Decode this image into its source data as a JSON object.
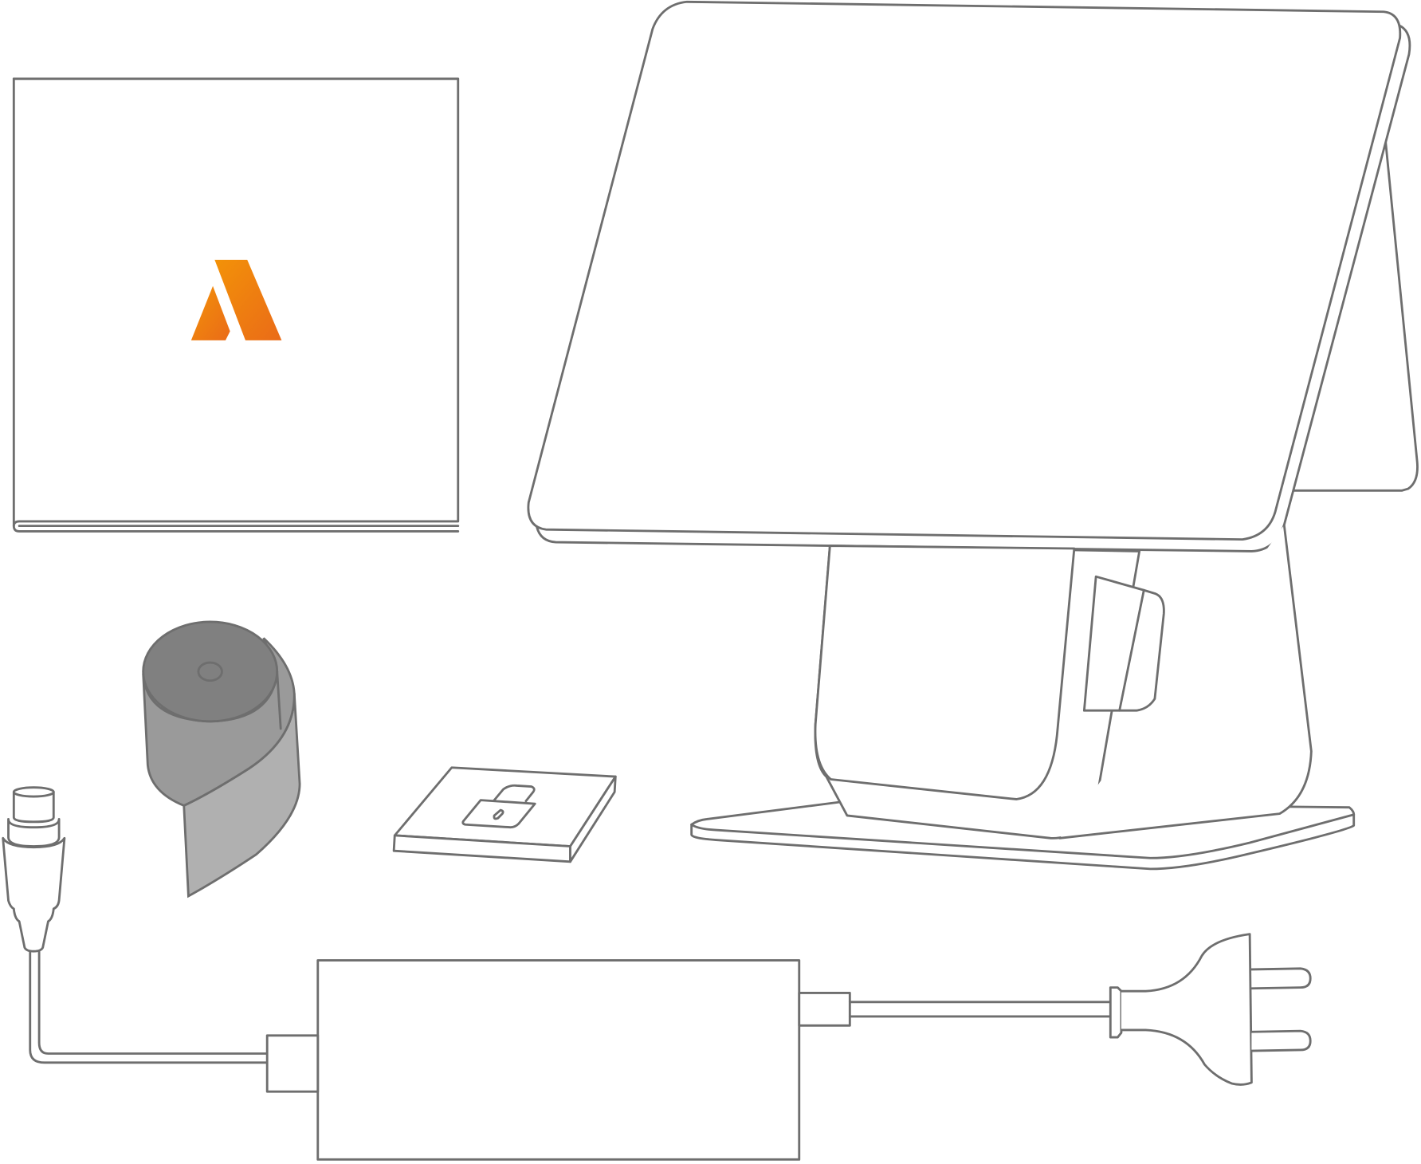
{
  "colors": {
    "outline": "#6e6e6e",
    "logo_top": "#f39208",
    "logo_bottom": "#ea6b18",
    "paper_roll_top": "#808080",
    "paper_roll_side": "#9a9a9a",
    "paper_roll_sheet": "#b0b0b0"
  },
  "items": [
    {
      "name": "manual-booklet",
      "icon": "brand-logo"
    },
    {
      "name": "pos-terminal"
    },
    {
      "name": "paper-roll"
    },
    {
      "name": "sim-card-tool"
    },
    {
      "name": "power-adapter"
    },
    {
      "name": "dc-plug"
    },
    {
      "name": "ac-plug"
    }
  ]
}
